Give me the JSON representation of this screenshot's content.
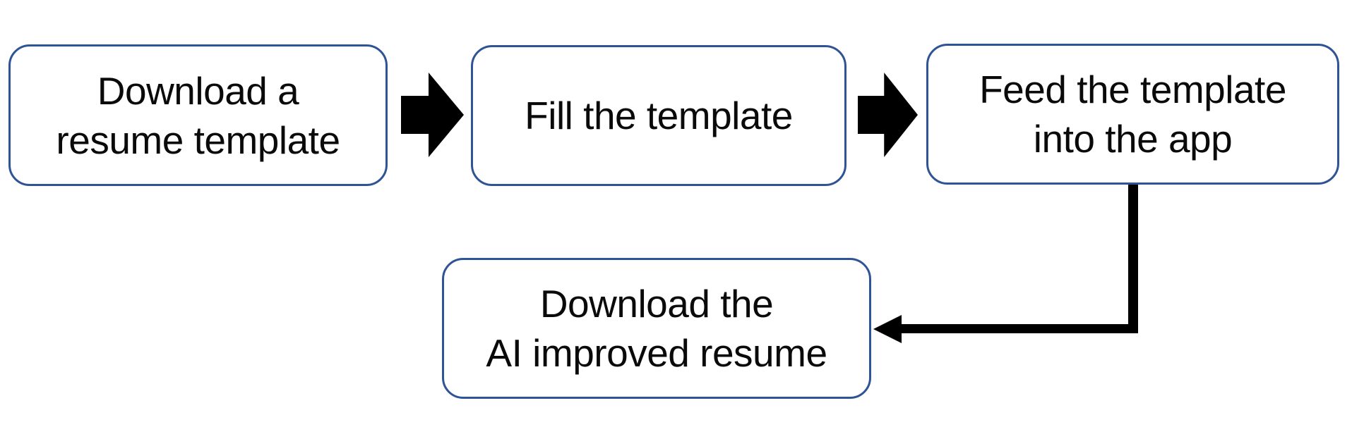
{
  "flow": {
    "steps": [
      {
        "id": "step-1",
        "lines": [
          "Download a",
          "resume template"
        ]
      },
      {
        "id": "step-2",
        "lines": [
          "Fill the template"
        ]
      },
      {
        "id": "step-3",
        "lines": [
          "Feed the template",
          "into the app"
        ]
      },
      {
        "id": "step-4",
        "lines": [
          "Download the",
          "AI improved resume"
        ]
      }
    ],
    "connections": [
      {
        "from": "step-1",
        "to": "step-2",
        "icon": "block-arrow-right-icon"
      },
      {
        "from": "step-2",
        "to": "step-3",
        "icon": "block-arrow-right-icon"
      },
      {
        "from": "step-3",
        "to": "step-4",
        "icon": "elbow-arrow-down-left-icon"
      }
    ],
    "colors": {
      "box_border": "#2F5496",
      "box_fill": "#FFFFFF",
      "arrow": "#000000",
      "text": "#0A0A0A",
      "background": "#FFFFFF"
    }
  }
}
